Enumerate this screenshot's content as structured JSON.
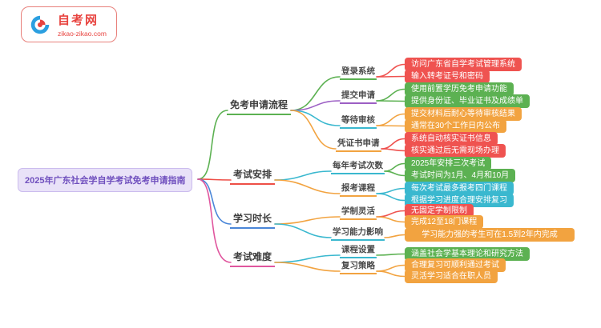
{
  "logo": {
    "title": "自考网",
    "url": "zikao-zikao.com"
  },
  "root": {
    "label": "2025年广东社会学自学考试免考申请指南"
  },
  "palette": {
    "red": "#ef5350",
    "green": "#5cb152",
    "orange": "#f2a340",
    "cyan": "#3ab8cf",
    "purple": "#9c5fc4",
    "blue": "#4a86d8",
    "pink": "#e0569e",
    "root_bg": "#e9e2f8",
    "root_text": "#7050be",
    "brand_red": "#e8433f"
  },
  "branches": [
    {
      "label": "免考申请流程",
      "color": "green",
      "children": [
        {
          "label": "登录系统",
          "color": "green",
          "leaves": [
            {
              "label": "访问广东省自学考试管理系统",
              "color": "red"
            },
            {
              "label": "输入转考证号和密码",
              "color": "red"
            }
          ]
        },
        {
          "label": "提交申请",
          "color": "purple",
          "leaves": [
            {
              "label": "使用前置学历免考申请功能",
              "color": "green"
            },
            {
              "label": "提供身份证、毕业证书及成绩单",
              "color": "green"
            }
          ]
        },
        {
          "label": "等待审核",
          "color": "cyan",
          "leaves": [
            {
              "label": "提交材料后耐心等待审核结果",
              "color": "orange"
            },
            {
              "label": "通常在30个工作日内公布",
              "color": "orange"
            }
          ]
        },
        {
          "label": "凭证书申请",
          "color": "orange",
          "leaves": [
            {
              "label": "系统自动核实证书信息",
              "color": "red"
            },
            {
              "label": "核实通过后无需现场办理",
              "color": "red"
            }
          ]
        }
      ]
    },
    {
      "label": "考试安排",
      "color": "red",
      "children": [
        {
          "label": "每年考试次数",
          "color": "cyan",
          "leaves": [
            {
              "label": "2025年安排三次考试",
              "color": "green"
            },
            {
              "label": "考试时间为1月、4月和10月",
              "color": "green"
            }
          ]
        },
        {
          "label": "报考课程",
          "color": "orange",
          "leaves": [
            {
              "label": "每次考试最多报考四门课程",
              "color": "cyan"
            },
            {
              "label": "根据学习进度合理安排复习",
              "color": "cyan"
            }
          ]
        }
      ]
    },
    {
      "label": "学习时长",
      "color": "blue",
      "children": [
        {
          "label": "学制灵活",
          "color": "orange",
          "leaves": [
            {
              "label": "无固定学制限制",
              "color": "red"
            },
            {
              "label": "完成12至18门课程",
              "color": "orange"
            }
          ]
        },
        {
          "label": "学习能力影响",
          "color": "cyan",
          "leaves": [
            {
              "label": "学习能力强的考生可在1.5到2年内完成",
              "color": "orange"
            }
          ]
        }
      ]
    },
    {
      "label": "考试难度",
      "color": "pink",
      "children": [
        {
          "label": "课程设置",
          "color": "cyan",
          "leaves": [
            {
              "label": "涵盖社会学基本理论和研究方法",
              "color": "green"
            }
          ]
        },
        {
          "label": "复习策略",
          "color": "orange",
          "leaves": [
            {
              "label": "合理复习可顺利通过考试",
              "color": "orange"
            },
            {
              "label": "灵活学习适合在职人员",
              "color": "orange"
            }
          ]
        }
      ]
    }
  ]
}
